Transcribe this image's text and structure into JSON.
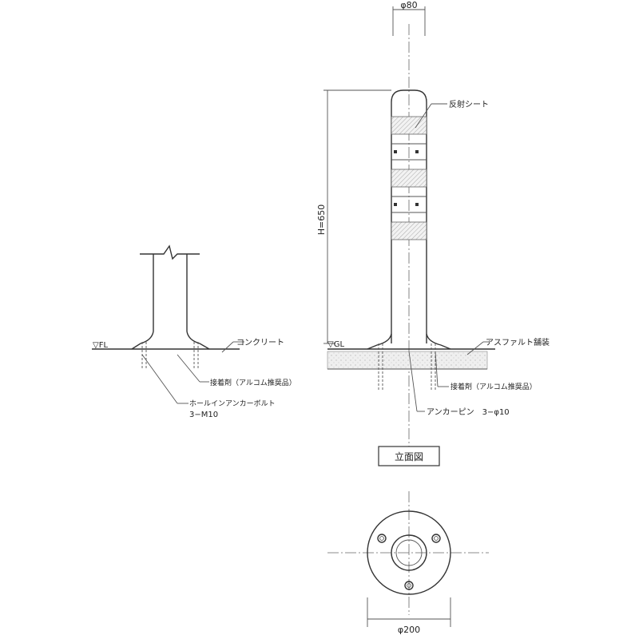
{
  "labels": {
    "dim_top": "φ80",
    "dim_height": "H=650",
    "reflective_sheet": "反射シート",
    "fl": "▽FL",
    "gl": "▽GL",
    "concrete": "コンクリート",
    "asphalt": "アスファルト舗装",
    "adhesive_left": "接着剤（アルコム推奨品）",
    "adhesive_right": "接着剤（アルコム推奨品）",
    "anchor_bolt": "ホールインアンカーボルト",
    "anchor_bolt_spec": "3−M10",
    "anchor_pin": "アンカーピン　3−φ10",
    "elevation_title": "立面図",
    "dim_base": "φ200"
  }
}
